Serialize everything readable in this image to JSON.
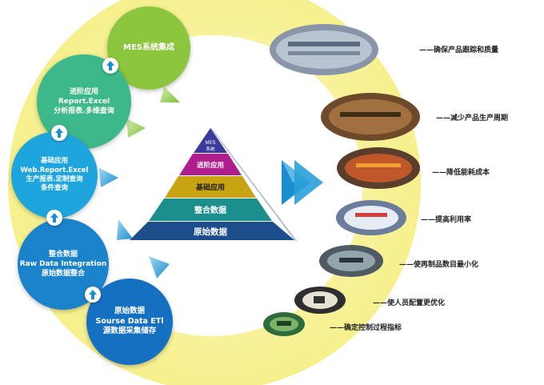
{
  "circles": {
    "mes": [
      "MES系统集成"
    ],
    "advanced": [
      "进阶应用",
      "Report.Excel",
      "分析报表.多维查询"
    ],
    "basic": [
      "基础应用",
      "Web.Report.Excel",
      "生产报表.定制查询",
      "条件查询"
    ],
    "integration": [
      "整合数据",
      "Raw Data Integration",
      "原始数据整合"
    ],
    "raw": [
      "原始数据",
      "Sourse Data ETl",
      "源数据采集储存"
    ]
  },
  "pyramid": {
    "top_line1": "MES",
    "top_line2": "系统",
    "level2": "进阶应用",
    "level3": "基础应用",
    "level4": "整合数据",
    "level5": "原始数据"
  },
  "outcomes": [
    "——确保产品跟踪和质量",
    "——减少产品生产周期",
    "——降低能耗成本",
    "——提高利用率",
    "——使再制品数目最小化",
    "——使人员配置更优化",
    "——确定控制过程指标"
  ],
  "colors": {
    "ring": "#f8f4a0",
    "mes_circle": "#8cc63f",
    "advanced_circle": "#3cb88a",
    "basic_circle": "#1fa5de",
    "integration_circle": "#1b82cc",
    "raw_circle": "#1670c2",
    "pyramid_top": "#3b3b9e",
    "pyramid_level2": "#b01d8c",
    "pyramid_level3": "#c9a412",
    "pyramid_level4": "#1a8f8c",
    "pyramid_level5": "#1c4e8c"
  }
}
